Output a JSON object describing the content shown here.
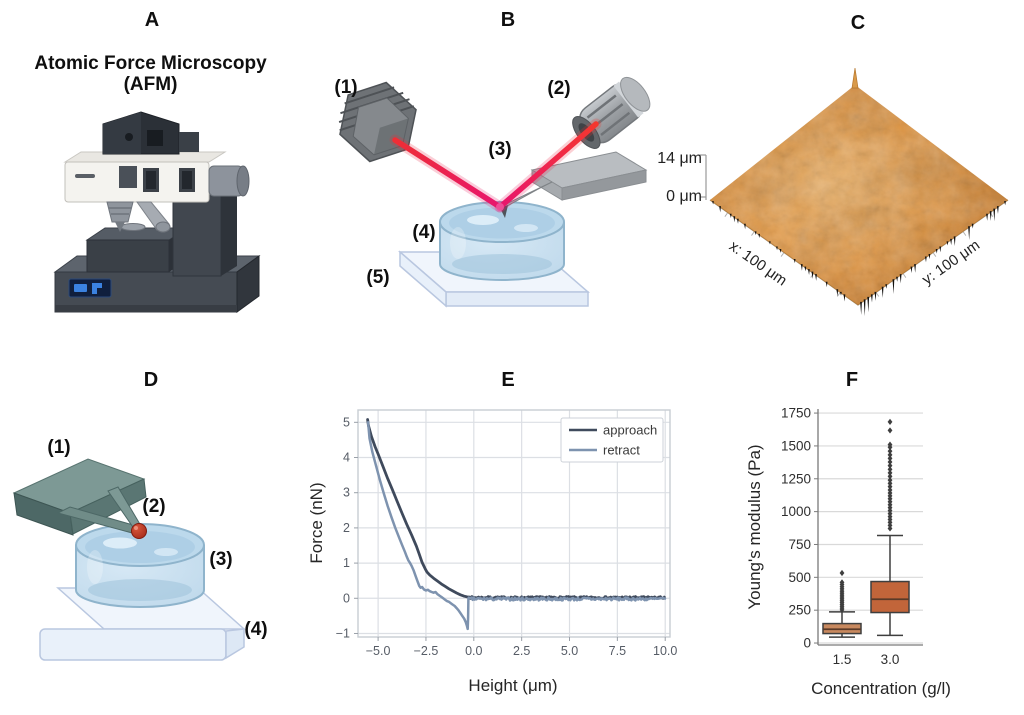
{
  "figure": {
    "background": "#ffffff",
    "panels": {
      "A": {
        "label": "A",
        "title_line1": "Atomic Force Microscopy",
        "title_line2": "(AFM)"
      },
      "B": {
        "label": "B",
        "callouts": [
          "(1)",
          "(2)",
          "(3)",
          "(4)",
          "(5)"
        ]
      },
      "C": {
        "label": "C",
        "z_axis_max_label": "14 μm",
        "z_axis_min_label": "0 μm",
        "x_axis_label": "x: 100 μm",
        "y_axis_label": "y: 100 μm"
      },
      "D": {
        "label": "D",
        "callouts": [
          "(1)",
          "(2)",
          "(3)",
          "(4)"
        ]
      },
      "E": {
        "label": "E"
      },
      "F": {
        "label": "F"
      }
    }
  },
  "chart_data": [
    {
      "id": "force_distance_curve",
      "panel": "E",
      "type": "line",
      "title": "",
      "xlabel": "Height (μm)",
      "ylabel": "Force (nN)",
      "xlim": [
        -6.05,
        10.25
      ],
      "ylim": [
        -1.1,
        5.35
      ],
      "xticks": [
        -5.0,
        -2.5,
        0.0,
        2.5,
        5.0,
        7.5,
        10.0
      ],
      "yticks": [
        -1,
        0,
        1,
        2,
        3,
        4,
        5
      ],
      "grid": true,
      "grid_color": "#dcdfe4",
      "border_color": "#c8cdd3",
      "tick_text_color": "#565c66",
      "legend": {
        "position": "top-right"
      },
      "series": [
        {
          "name": "approach",
          "color": "#3f4a5c",
          "width": 2.8,
          "points": [
            [
              -5.55,
              5.08
            ],
            [
              -5.5,
              4.9
            ],
            [
              -5.35,
              4.6
            ],
            [
              -5.15,
              4.3
            ],
            [
              -5.0,
              4.1
            ],
            [
              -4.75,
              3.75
            ],
            [
              -4.5,
              3.4
            ],
            [
              -4.25,
              3.08
            ],
            [
              -4.0,
              2.75
            ],
            [
              -3.75,
              2.42
            ],
            [
              -3.5,
              2.1
            ],
            [
              -3.25,
              1.8
            ],
            [
              -3.0,
              1.48
            ],
            [
              -2.85,
              1.25
            ],
            [
              -2.7,
              1.02
            ],
            [
              -2.55,
              0.85
            ],
            [
              -2.45,
              0.75
            ],
            [
              -2.3,
              0.66
            ],
            [
              -2.1,
              0.57
            ],
            [
              -1.9,
              0.49
            ],
            [
              -1.7,
              0.41
            ],
            [
              -1.5,
              0.34
            ],
            [
              -1.3,
              0.27
            ],
            [
              -1.1,
              0.21
            ],
            [
              -0.9,
              0.15
            ],
            [
              -0.7,
              0.1
            ],
            [
              -0.5,
              0.06
            ],
            [
              -0.35,
              0.04
            ],
            [
              -0.2,
              0.03
            ]
          ],
          "tail": {
            "x_start": -0.2,
            "x_end": 10.0,
            "y": 0.02,
            "noise": 0.028,
            "step": 0.05
          }
        },
        {
          "name": "retract",
          "color": "#7e93af",
          "width": 2.5,
          "points": [
            [
              -5.52,
              5.0
            ],
            [
              -5.45,
              4.55
            ],
            [
              -5.3,
              4.15
            ],
            [
              -5.1,
              3.75
            ],
            [
              -4.9,
              3.35
            ],
            [
              -4.7,
              2.98
            ],
            [
              -4.5,
              2.62
            ],
            [
              -4.3,
              2.3
            ],
            [
              -4.1,
              2.0
            ],
            [
              -3.9,
              1.72
            ],
            [
              -3.75,
              1.52
            ],
            [
              -3.6,
              1.32
            ],
            [
              -3.5,
              1.18
            ],
            [
              -3.42,
              1.08
            ],
            [
              -3.35,
              1.02
            ],
            [
              -3.25,
              0.92
            ],
            [
              -3.15,
              0.8
            ],
            [
              -3.05,
              0.65
            ],
            [
              -2.95,
              0.5
            ],
            [
              -2.85,
              0.35
            ],
            [
              -2.78,
              0.3
            ],
            [
              -2.7,
              0.32
            ],
            [
              -2.6,
              0.25
            ],
            [
              -2.5,
              0.22
            ],
            [
              -2.4,
              0.24
            ],
            [
              -2.3,
              0.2
            ],
            [
              -2.2,
              0.18
            ],
            [
              -2.1,
              0.16
            ],
            [
              -2.0,
              0.18
            ],
            [
              -1.9,
              0.12
            ],
            [
              -1.8,
              0.08
            ],
            [
              -1.7,
              0.04
            ],
            [
              -1.6,
              0.0
            ],
            [
              -1.5,
              -0.04
            ],
            [
              -1.4,
              -0.08
            ],
            [
              -1.3,
              -0.1
            ],
            [
              -1.2,
              -0.14
            ],
            [
              -1.1,
              -0.18
            ],
            [
              -1.0,
              -0.22
            ],
            [
              -0.9,
              -0.28
            ],
            [
              -0.8,
              -0.34
            ],
            [
              -0.7,
              -0.42
            ],
            [
              -0.6,
              -0.5
            ],
            [
              -0.5,
              -0.58
            ],
            [
              -0.42,
              -0.68
            ],
            [
              -0.36,
              -0.78
            ],
            [
              -0.32,
              -0.87
            ],
            [
              -0.3,
              -0.55
            ],
            [
              -0.29,
              -0.2
            ],
            [
              -0.28,
              0.0
            ]
          ],
          "tail": {
            "x_start": -0.26,
            "x_end": 10.0,
            "y": -0.02,
            "noise": 0.042,
            "step": 0.05
          }
        }
      ]
    },
    {
      "id": "youngs_modulus_boxplot",
      "panel": "F",
      "type": "box",
      "title": "",
      "xlabel": "Concentration (g/l)",
      "ylabel": "Young's modulus (Pa)",
      "categories": [
        "1.5",
        "3.0"
      ],
      "yticks": [
        0,
        250,
        500,
        750,
        1000,
        1250,
        1500,
        1750
      ],
      "ylim": [
        -15,
        1781
      ],
      "grid": true,
      "grid_color": "#d9d9d9",
      "spine_color": "#7a7a7a",
      "tick_text_color": "#2e2e2e",
      "edge_color": "#3e3e3e",
      "median_color": "#5a3a28",
      "outlier_marker": "diamond",
      "boxes": [
        {
          "category": "1.5",
          "fill": "#c8895f",
          "whisker_low": 45,
          "q1": 72,
          "median": 105,
          "q3": 148,
          "whisker_high": 237,
          "outliers": [
            252,
            266,
            280,
            294,
            308,
            322,
            336,
            350,
            365,
            380,
            395,
            412,
            428,
            445,
            462,
            533
          ]
        },
        {
          "category": "3.0",
          "fill": "#c2653a",
          "whisker_low": 58,
          "q1": 232,
          "median": 333,
          "q3": 468,
          "whisker_high": 818,
          "outliers": [
            872,
            895,
            918,
            940,
            962,
            985,
            1008,
            1030,
            1052,
            1075,
            1098,
            1120,
            1142,
            1165,
            1190,
            1215,
            1240,
            1268,
            1295,
            1322,
            1350,
            1378,
            1405,
            1432,
            1460,
            1490,
            1510,
            1618,
            1683
          ]
        }
      ]
    }
  ]
}
